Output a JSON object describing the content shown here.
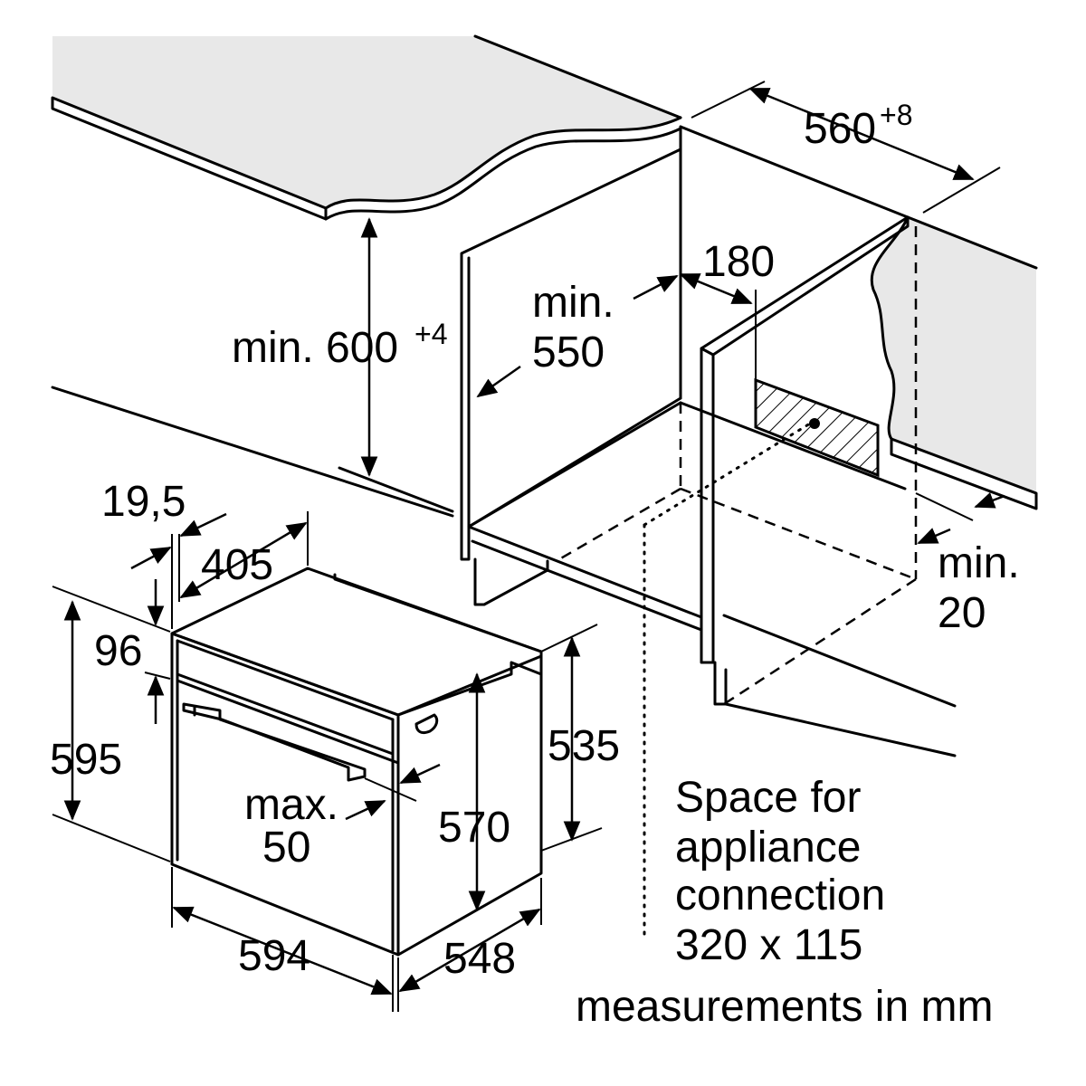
{
  "colors": {
    "line": "#000000",
    "counter_surface": "#e8e8e8",
    "background": "#ffffff"
  },
  "niche": {
    "width": {
      "value": "560",
      "tolerance": "+8"
    },
    "height": {
      "prefix": "min. ",
      "value": "600",
      "tolerance": "+4"
    },
    "depth": {
      "line1": "min.",
      "line2": "550"
    },
    "connection_offset": "180",
    "rear_gap": {
      "line1": "min.",
      "line2": "20"
    }
  },
  "appliance": {
    "front_panel_thickness": "19,5",
    "top_offset": "405",
    "panel_height": "96",
    "total_height": "595",
    "body_height_a": "535",
    "body_height_b": "570",
    "handle_projection": {
      "line1": "max.",
      "line2": "50"
    },
    "width": "594",
    "depth": "548"
  },
  "connection_note": {
    "line1": "Space for",
    "line2": "appliance",
    "line3": "connection",
    "line4": "320 x 115"
  },
  "footer_note": "measurements in mm"
}
